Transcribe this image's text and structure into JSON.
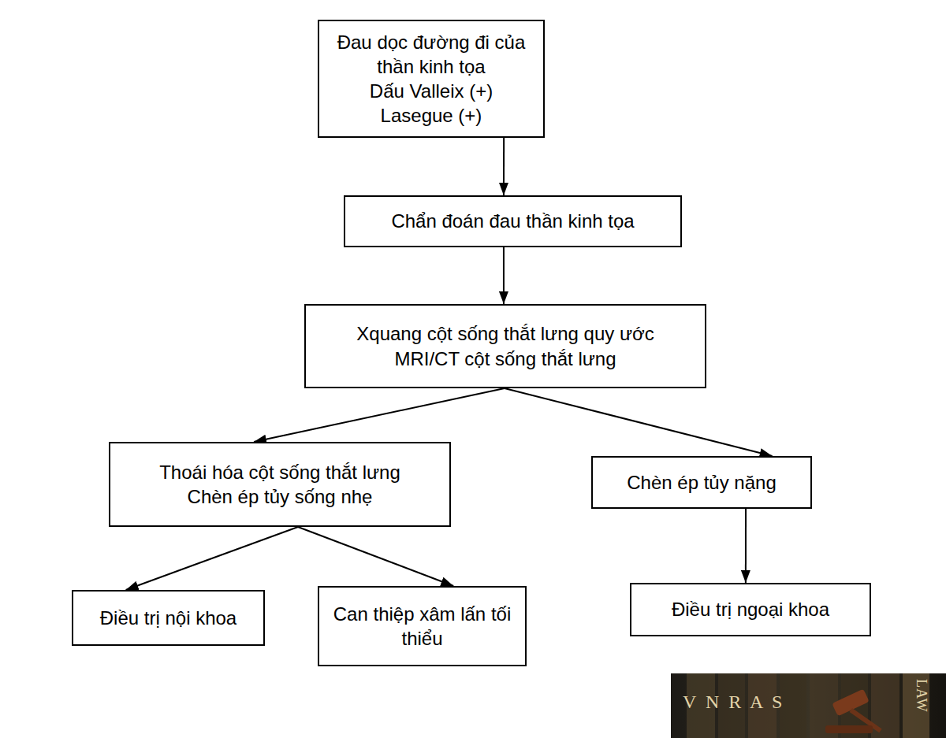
{
  "diagram": {
    "nodes": [
      {
        "text": [
          "Đau dọc đường đi của thần kinh tọa",
          "Dấu Valleix (+)",
          "Lasegue (+)"
        ]
      },
      {
        "text": [
          "Chẩn đoán đau thần kinh tọa"
        ]
      },
      {
        "text": [
          "Xquang cột sống thắt lưng quy ước",
          "MRI/CT cột sống thắt lưng"
        ]
      },
      {
        "text": [
          "Thoái hóa cột sống thắt lưng",
          "Chèn ép tủy sống nhẹ"
        ]
      },
      {
        "text": [
          "Chèn ép tủy nặng"
        ]
      },
      {
        "text": [
          "Điều trị nội khoa"
        ]
      },
      {
        "text": [
          "Can thiệp xâm lấn tối thiểu"
        ]
      },
      {
        "text": [
          "Điều trị ngoại khoa"
        ]
      }
    ],
    "edges": [
      {
        "from": 0,
        "to": 1,
        "arrow": "to"
      },
      {
        "from": 1,
        "to": 2,
        "arrow": "to"
      },
      {
        "from": 2,
        "to": 3,
        "arrow": "to"
      },
      {
        "from": 2,
        "to": 4,
        "arrow": "to"
      },
      {
        "from": 3,
        "to": 5,
        "arrow": "to"
      },
      {
        "from": 3,
        "to": 6,
        "arrow": "to"
      },
      {
        "from": 4,
        "to": 7,
        "arrow": "to"
      }
    ],
    "labels": [
      "V N R A S",
      "LAW"
    ]
  }
}
